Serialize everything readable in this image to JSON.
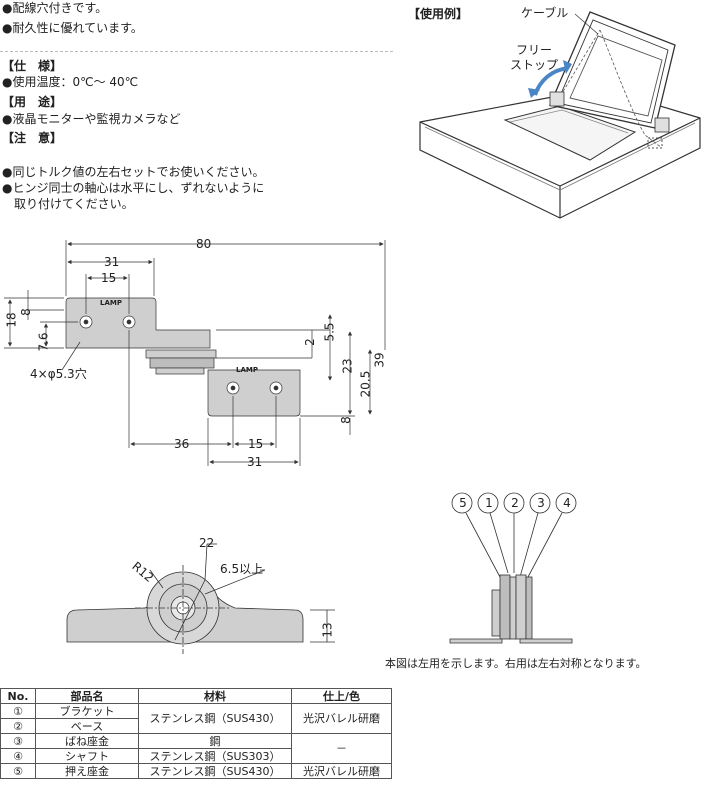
{
  "features": [
    "●配線穴付きです。",
    "●耐久性に優れています。"
  ],
  "spec": {
    "heading": "【仕　様】",
    "temp": "●使用温度：0℃～ 40℃",
    "use_heading": "【用　途】",
    "use": "●液晶モニターや監視カメラなど",
    "note_heading": "【注　意】",
    "notes": [
      "●同じトルク値の左右セットでお使いください。",
      "●ヒンジ同士の軸心は水平にし、ずれないように",
      "　取り付けてください。"
    ]
  },
  "usage": {
    "heading": "【使用例】",
    "cable": "ケーブル",
    "free_stop_1": "フリー",
    "free_stop_2": "ストップ"
  },
  "drawing": {
    "dim_80": "80",
    "dim_31_top": "31",
    "dim_15_top": "15",
    "dim_8_left": "8",
    "dim_18": "18",
    "dim_7_6": "7.6",
    "hole_label": "4×φ5.3穴",
    "dim_2": "2",
    "dim_5_5": "5.5",
    "dim_23": "23",
    "dim_20_5": "20.5",
    "dim_39": "39",
    "dim_8_right": "8",
    "dim_36": "36",
    "dim_15_bottom": "15",
    "dim_31_bottom": "31",
    "stamp_1": "LAMP",
    "stamp_top": "LAMP"
  },
  "side_view": {
    "dim_22": "22",
    "dim_r12": "R12",
    "dim_6_5": "6.5以上",
    "dim_13": "13"
  },
  "parts_view": {
    "callouts": [
      "5",
      "1",
      "2",
      "3",
      "4"
    ],
    "note": "本図は左用を示します。右用は左右対称となります。"
  },
  "table": {
    "headers": [
      "No.",
      "部品名",
      "材料",
      "仕上/色"
    ],
    "rows": [
      {
        "no": "①",
        "name": "ブラケット",
        "material": "ステンレス鋼（SUS430）",
        "finish": "光沢バレル研磨"
      },
      {
        "no": "②",
        "name": "ベース",
        "material": "",
        "finish": ""
      },
      {
        "no": "③",
        "name": "ばね座金",
        "material": "鋼",
        "finish": "－"
      },
      {
        "no": "④",
        "name": "シャフト",
        "material": "ステンレス鋼（SUS303）",
        "finish": ""
      },
      {
        "no": "⑤",
        "name": "押え座金",
        "material": "ステンレス鋼（SUS430）",
        "finish": "光沢バレル研磨"
      }
    ]
  },
  "colors": {
    "part_fill": "#cfcfcf",
    "line": "#333333",
    "accent_arrow": "#4a86c5"
  }
}
